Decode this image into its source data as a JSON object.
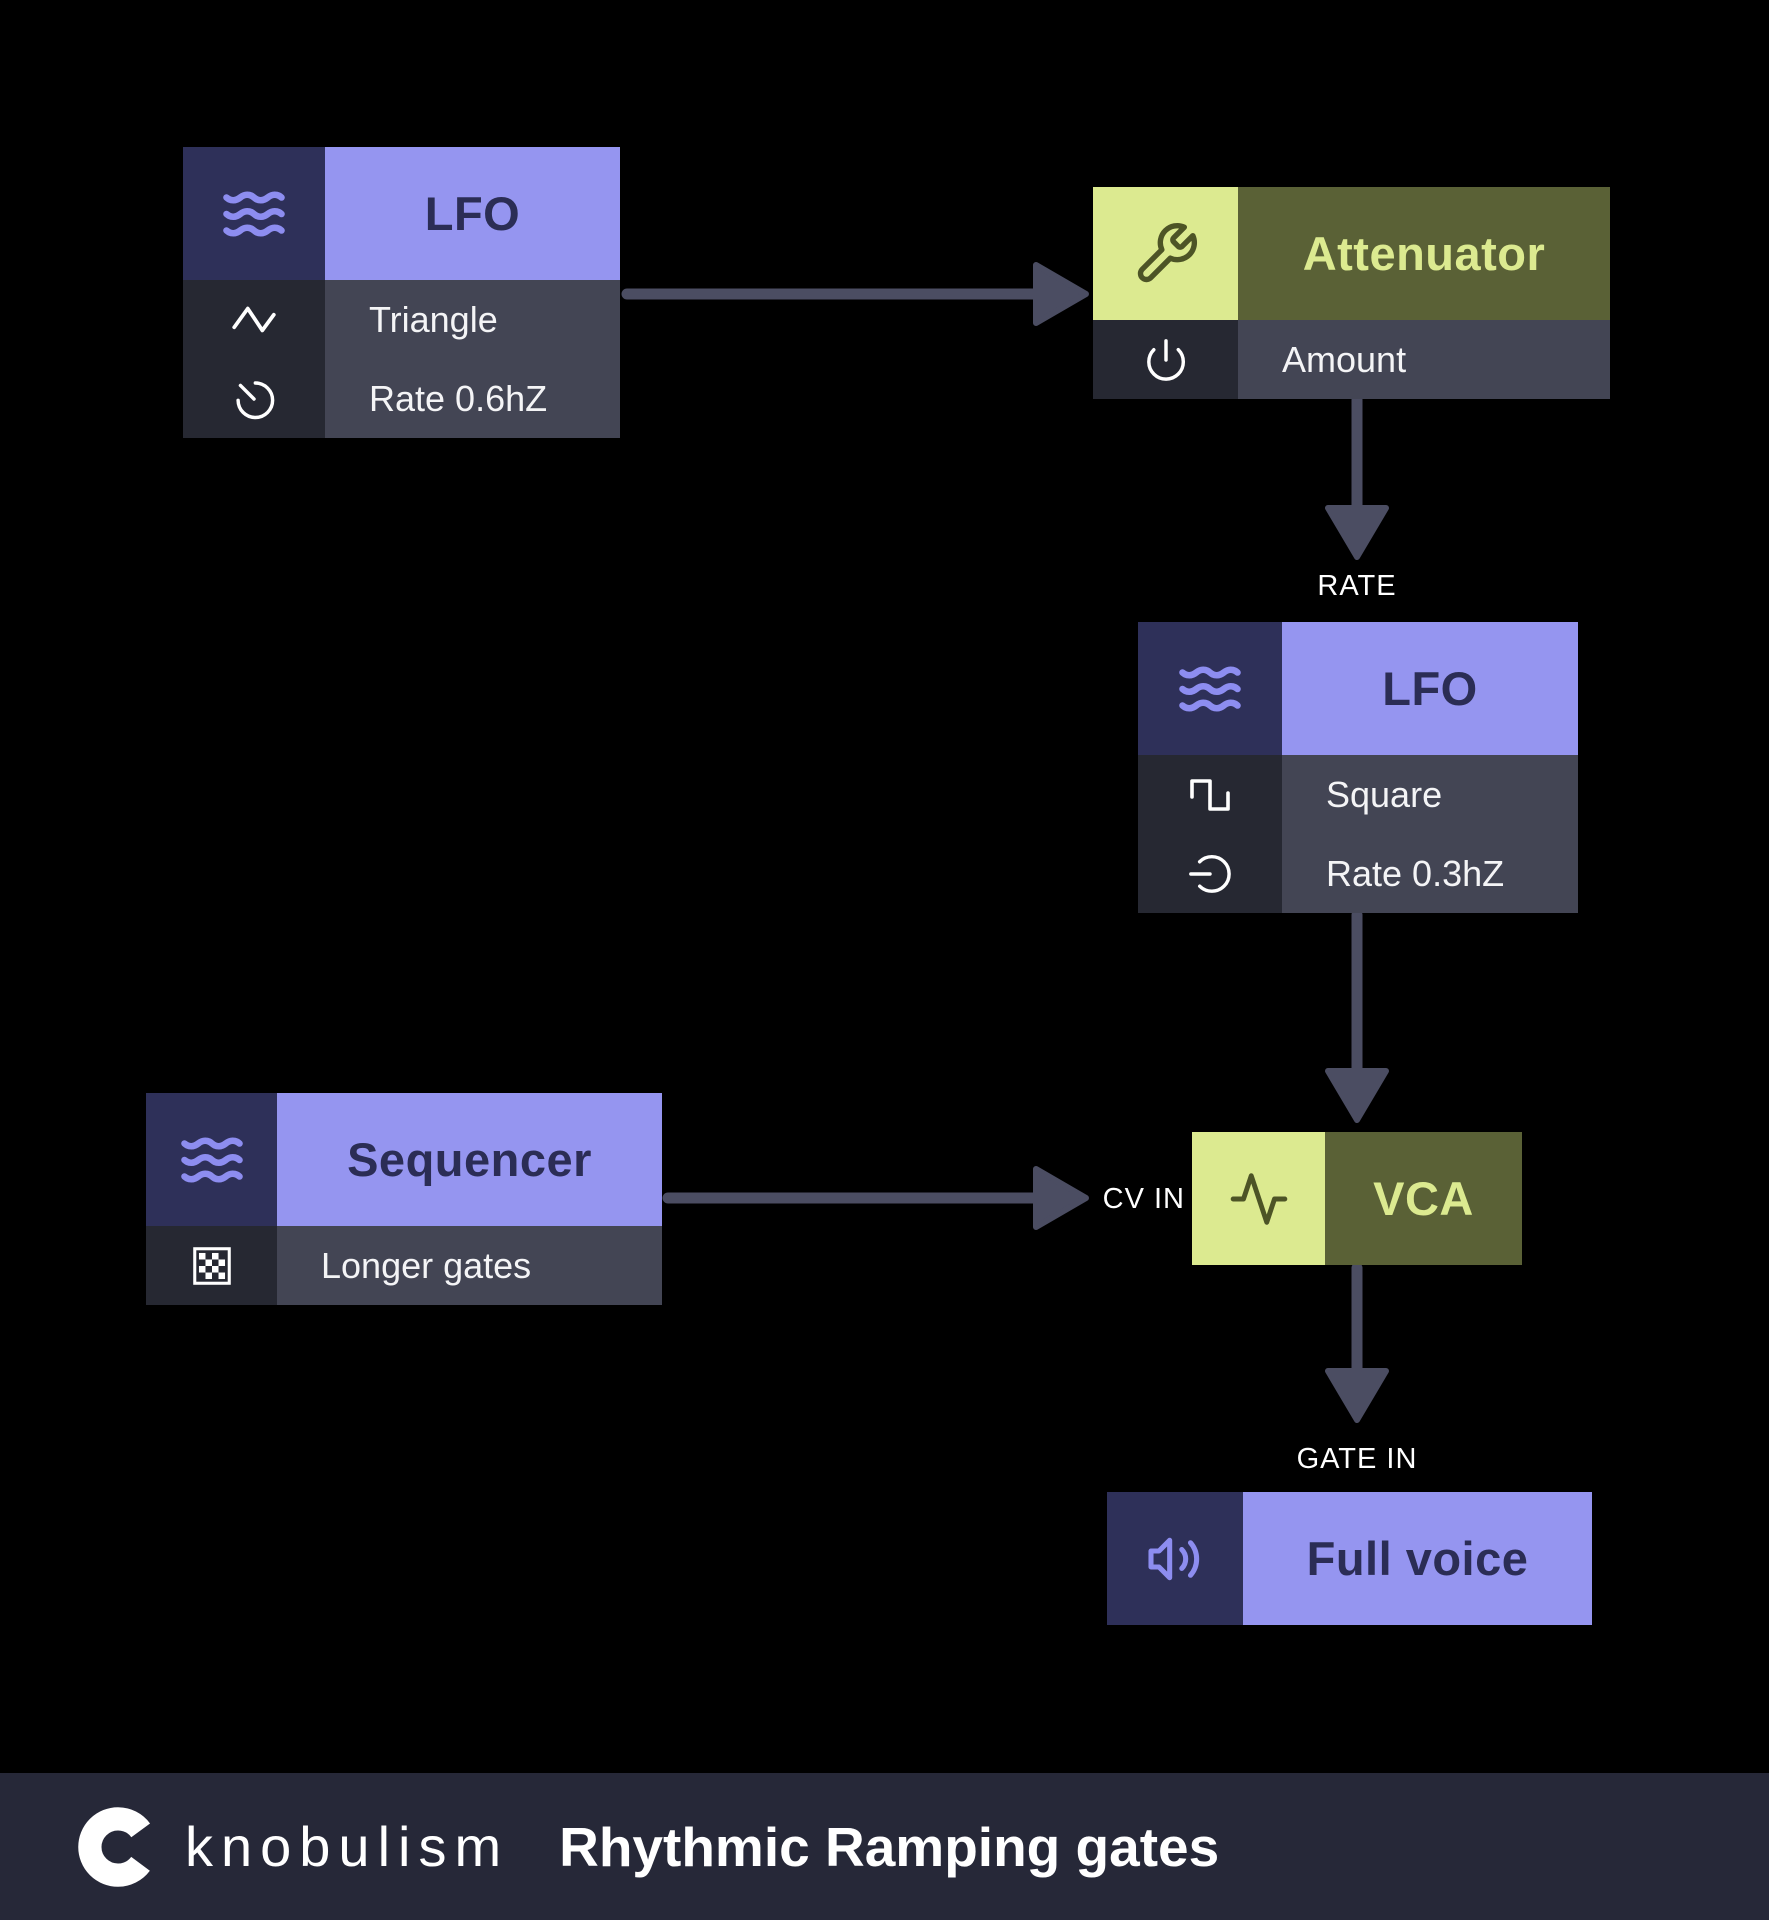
{
  "colors": {
    "background": "#000000",
    "lavender": "#9595f0",
    "navy": "#2e3059",
    "navy_text": "#2b2d55",
    "olive": "#5a6136",
    "light_green": "#dcea90",
    "row_text_bg": "#434554",
    "row_icon_bg": "#262832",
    "arrow": "#4b4d62",
    "footer_bg": "#262838",
    "white": "#ffffff"
  },
  "nodes": {
    "lfo1": {
      "title": "LFO",
      "header_icon": "waves-icon",
      "rows": [
        {
          "icon": "triangle-wave-icon",
          "label": "Triangle"
        },
        {
          "icon": "timer-icon",
          "label": "Rate 0.6hZ"
        }
      ]
    },
    "attenuator": {
      "title": "Attenuator",
      "header_icon": "wrench-icon",
      "rows": [
        {
          "icon": "power-icon",
          "label": "Amount"
        }
      ]
    },
    "lfo2": {
      "title": "LFO",
      "header_icon": "waves-icon",
      "rows": [
        {
          "icon": "square-wave-icon",
          "label": "Square"
        },
        {
          "icon": "rotate-icon",
          "label": "Rate 0.3hZ"
        }
      ]
    },
    "sequencer": {
      "title": "Sequencer",
      "header_icon": "waves-icon",
      "rows": [
        {
          "icon": "checker-icon",
          "label": "Longer gates"
        }
      ]
    },
    "vca": {
      "title": "VCA",
      "header_icon": "activity-icon"
    },
    "full_voice": {
      "title": "Full voice",
      "header_icon": "speaker-icon"
    }
  },
  "labels": {
    "rate": "RATE",
    "cv_in": "CV IN",
    "gate_in": "GATE IN"
  },
  "footer": {
    "brand": "knobulism",
    "title": "Rhythmic Ramping gates",
    "logo": "knob-logo"
  }
}
